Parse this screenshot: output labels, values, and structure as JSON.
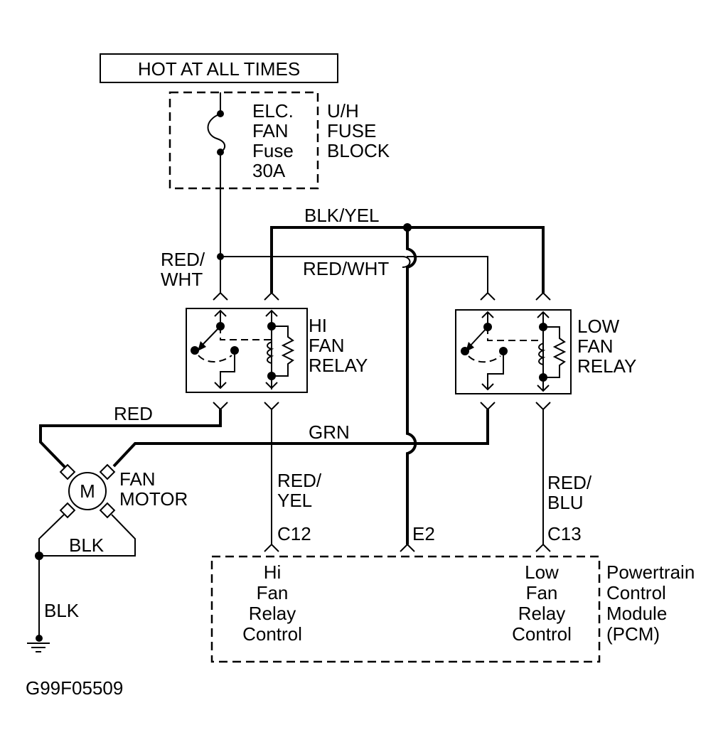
{
  "diagram": {
    "power_label": "HOT AT ALL TIMES",
    "fuse": {
      "label_lines": [
        "ELC.",
        "FAN",
        "Fuse",
        "30A"
      ],
      "block_lines": [
        "U/H",
        "FUSE",
        "BLOCK"
      ]
    },
    "wires": {
      "red_wht_left": [
        "RED/",
        "WHT"
      ],
      "red_wht_right": "RED/WHT",
      "blk_yel": "BLK/YEL",
      "red": "RED",
      "grn": "GRN",
      "blk_motor": "BLK",
      "blk_ground": "BLK",
      "red_yel": [
        "RED/",
        "YEL"
      ],
      "red_blu": [
        "RED/",
        "BLU"
      ]
    },
    "hi_relay": {
      "label_lines": [
        "HI",
        "FAN",
        "RELAY"
      ]
    },
    "low_relay": {
      "label_lines": [
        "LOW",
        "FAN",
        "RELAY"
      ]
    },
    "motor": {
      "symbol": "M",
      "label_lines": [
        "FAN",
        "MOTOR"
      ]
    },
    "pcm": {
      "pins": {
        "c12": "C12",
        "e2": "E2",
        "c13": "C13"
      },
      "hi_control": [
        "Hi",
        "Fan",
        "Relay",
        "Control"
      ],
      "low_control": [
        "Low",
        "Fan",
        "Relay",
        "Control"
      ],
      "label_lines": [
        "Powertrain",
        "Control",
        "Module",
        "(PCM)"
      ]
    },
    "figure_id": "G99F05509"
  }
}
